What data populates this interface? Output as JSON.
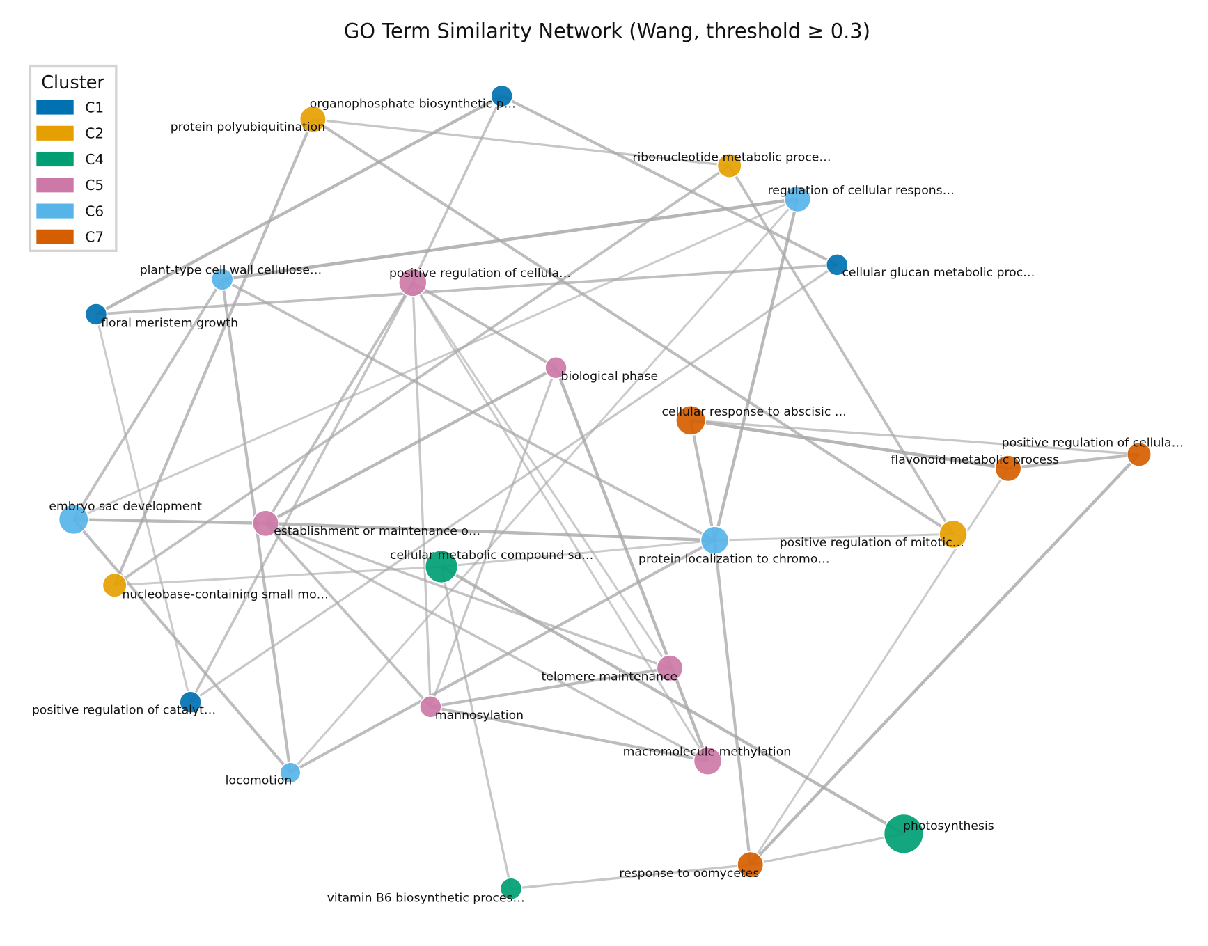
{
  "title": "GO Term Similarity Network (Wang, threshold ≥ 0.3)",
  "legend": {
    "title": "Cluster",
    "position": "top-left",
    "items": [
      {
        "label": "C1",
        "color": "#0072B2"
      },
      {
        "label": "C2",
        "color": "#E69F00"
      },
      {
        "label": "C4",
        "color": "#009E73"
      },
      {
        "label": "C5",
        "color": "#CC79A7"
      },
      {
        "label": "C6",
        "color": "#56B4E9"
      },
      {
        "label": "C7",
        "color": "#D55E00"
      }
    ]
  },
  "edge_color": "#a8a6a8",
  "nodes": [
    {
      "id": "organo",
      "label": "organophosphate biosynthetic p…",
      "cluster": "C1",
      "size": 1
    },
    {
      "id": "polyub",
      "label": "protein polyubiquitination",
      "cluster": "C2",
      "size": 2
    },
    {
      "id": "ribo",
      "label": "ribonucleotide metabolic proce…",
      "cluster": "C2",
      "size": 1.5
    },
    {
      "id": "regcell",
      "label": "regulation of cellular respons…",
      "cluster": "C6",
      "size": 2
    },
    {
      "id": "glucan",
      "label": "cellular glucan metabolic proc…",
      "cluster": "C1",
      "size": 1
    },
    {
      "id": "plant",
      "label": "plant-type cell wall cellulose…",
      "cluster": "C6",
      "size": 1
    },
    {
      "id": "posreg5",
      "label": "positive regulation of cellula…",
      "cluster": "C5",
      "size": 2.5
    },
    {
      "id": "floral",
      "label": "floral meristem growth",
      "cluster": "C1",
      "size": 1
    },
    {
      "id": "bio",
      "label": "biological phase",
      "cluster": "C5",
      "size": 1
    },
    {
      "id": "abscisic",
      "label": "cellular response to abscisic …",
      "cluster": "C7",
      "size": 3
    },
    {
      "id": "posreg7",
      "label": "positive regulation of cellula…",
      "cluster": "C7",
      "size": 1.5
    },
    {
      "id": "flavonoid",
      "label": "flavonoid metabolic process",
      "cluster": "C7",
      "size": 2
    },
    {
      "id": "embryo",
      "label": "embryo sac development",
      "cluster": "C6",
      "size": 3
    },
    {
      "id": "establish",
      "label": "establishment or maintenance o…",
      "cluster": "C5",
      "size": 2
    },
    {
      "id": "protloc",
      "label": "protein localization to chromo…",
      "cluster": "C6",
      "size": 2.5
    },
    {
      "id": "mitotic",
      "label": "positive regulation of mitotic…",
      "cluster": "C2",
      "size": 2.5
    },
    {
      "id": "compound",
      "label": "cellular metabolic compound sa…",
      "cluster": "C4",
      "size": 4
    },
    {
      "id": "nucleobase",
      "label": "nucleobase-containing small mo…",
      "cluster": "C2",
      "size": 1.5
    },
    {
      "id": "telomere",
      "label": "telomere maintenance",
      "cluster": "C5",
      "size": 2
    },
    {
      "id": "catalyt",
      "label": "positive regulation of catalyt…",
      "cluster": "C1",
      "size": 1
    },
    {
      "id": "mannosyl",
      "label": "mannosylation",
      "cluster": "C5",
      "size": 1
    },
    {
      "id": "macromol",
      "label": "macromolecule methylation",
      "cluster": "C5",
      "size": 2.5
    },
    {
      "id": "locomotion",
      "label": "locomotion",
      "cluster": "C6",
      "size": 0.8
    },
    {
      "id": "photo",
      "label": "photosynthesis",
      "cluster": "C4",
      "size": 7
    },
    {
      "id": "oomycetes",
      "label": "response to oomycetes",
      "cluster": "C7",
      "size": 2
    },
    {
      "id": "vitb6",
      "label": "vitamin B6 biosynthetic proces…",
      "cluster": "C4",
      "size": 1
    }
  ],
  "edges": [
    [
      "polyub",
      "ribo",
      0.35
    ],
    [
      "polyub",
      "mitotic",
      0.5
    ],
    [
      "polyub",
      "nucleobase",
      0.5
    ],
    [
      "organo",
      "floral",
      0.55
    ],
    [
      "organo",
      "posreg5",
      0.4
    ],
    [
      "organo",
      "glucan",
      0.5
    ],
    [
      "ribo",
      "nucleobase",
      0.45
    ],
    [
      "ribo",
      "mitotic",
      0.45
    ],
    [
      "regcell",
      "plant",
      0.6
    ],
    [
      "regcell",
      "protloc",
      0.55
    ],
    [
      "regcell",
      "embryo",
      0.3
    ],
    [
      "regcell",
      "locomotion",
      0.3
    ],
    [
      "glucan",
      "floral",
      0.45
    ],
    [
      "glucan",
      "catalyt",
      0.35
    ],
    [
      "plant",
      "embryo",
      0.45
    ],
    [
      "plant",
      "locomotion",
      0.5
    ],
    [
      "plant",
      "protloc",
      0.45
    ],
    [
      "floral",
      "catalyt",
      0.3
    ],
    [
      "posreg5",
      "bio",
      0.5
    ],
    [
      "posreg5",
      "establish",
      0.45
    ],
    [
      "posreg5",
      "mannosyl",
      0.35
    ],
    [
      "posreg5",
      "telomere",
      0.3
    ],
    [
      "posreg5",
      "macromol",
      0.3
    ],
    [
      "posreg5",
      "catalyt",
      0.4
    ],
    [
      "bio",
      "establish",
      0.55
    ],
    [
      "bio",
      "mannosyl",
      0.35
    ],
    [
      "bio",
      "macromol",
      0.55
    ],
    [
      "abscisic",
      "posreg7",
      0.35
    ],
    [
      "abscisic",
      "flavonoid",
      0.6
    ],
    [
      "abscisic",
      "protloc",
      0.5
    ],
    [
      "flavonoid",
      "posreg7",
      0.5
    ],
    [
      "flavonoid",
      "oomycetes",
      0.3
    ],
    [
      "posreg7",
      "oomycetes",
      0.55
    ],
    [
      "embryo",
      "establish",
      0.55
    ],
    [
      "embryo",
      "locomotion",
      0.5
    ],
    [
      "establish",
      "protloc",
      0.55
    ],
    [
      "establish",
      "telomere",
      0.4
    ],
    [
      "establish",
      "mannosyl",
      0.45
    ],
    [
      "establish",
      "macromol",
      0.4
    ],
    [
      "protloc",
      "mitotic",
      0.3
    ],
    [
      "protloc",
      "locomotion",
      0.5
    ],
    [
      "protloc",
      "oomycetes",
      0.5
    ],
    [
      "compound",
      "nucleobase",
      0.3
    ],
    [
      "compound",
      "protloc",
      0.3
    ],
    [
      "compound",
      "photo",
      0.55
    ],
    [
      "compound",
      "vitb6",
      0.35
    ],
    [
      "telomere",
      "mannosyl",
      0.5
    ],
    [
      "mannosyl",
      "macromol",
      0.5
    ],
    [
      "photo",
      "oomycetes",
      0.35
    ],
    [
      "vitb6",
      "oomycetes",
      0.35
    ]
  ]
}
